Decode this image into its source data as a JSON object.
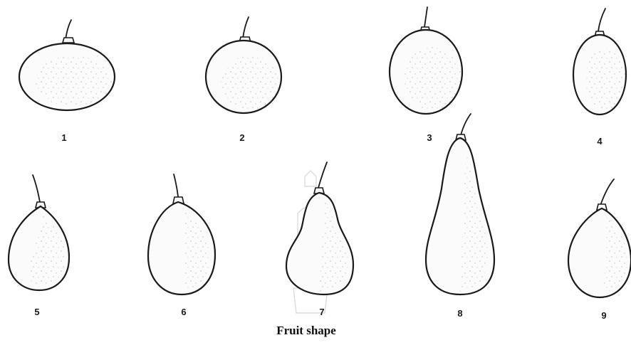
{
  "caption": "Fruit shape",
  "fruits": [
    {
      "label": "1"
    },
    {
      "label": "2"
    },
    {
      "label": "3"
    },
    {
      "label": "4"
    },
    {
      "label": "5"
    },
    {
      "label": "6"
    },
    {
      "label": "7"
    },
    {
      "label": "8"
    },
    {
      "label": "9"
    }
  ]
}
